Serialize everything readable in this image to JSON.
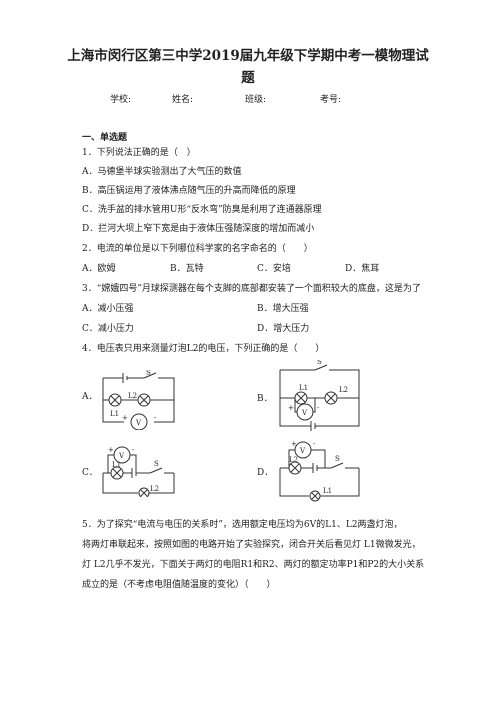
{
  "header": {
    "title_line1": "上海市闵行区第三中学2019届九年级下学期中考一模物理试",
    "title_line2": "题",
    "school": "学校:",
    "name": "姓名:",
    "class": "班级:",
    "exam_no": "考号:"
  },
  "section": {
    "title": "一、单选题"
  },
  "q1": {
    "stem": "1．下列说法正确的是（　）",
    "a": "A．马德堡半球实验测出了大气压的数值",
    "b": "B．高压锅运用了液体沸点随气压的升高而降低的原理",
    "c": "C．洗手盆的排水管用U形“反水弯”防臭是利用了连通器原理",
    "d": "D．拦河大坝上窄下宽是由于液体压强随深度的增加而减小"
  },
  "q2": {
    "stem": "2．电流的单位是以下列哪位科学家的名字命名的（　　）",
    "a": "A．欧姆",
    "b": "B．瓦特",
    "c": "C．安培",
    "d": "D．焦耳"
  },
  "q3": {
    "stem": "3．“嫦娥四号”月球探测器在每个支脚的底部都安装了一个面积较大的底盘，这是为了",
    "a": "A．减小压强",
    "b": "B．增大压强",
    "c": "C．减小压力",
    "d": "D．增大压力"
  },
  "q4": {
    "stem": "4．电压表只用来测量灯泡L2的电压，下列正确的是（　　）",
    "a": "A．",
    "b": "B．",
    "c": "C．",
    "d": "D．"
  },
  "circuit_labels": {
    "switch": "S",
    "lamp1": "L1",
    "lamp2": "L2",
    "voltmeter": "V",
    "plus": "+",
    "minus": "-"
  },
  "q5": {
    "line1": "5．为了探究“电流与电压的关系时”，选用额定电压均为6V的L1、L2两盏灯泡，",
    "line2": "将两灯串联起来，按照如图的电路开始了实验探究，闭合开关后看见灯 L1微微发光，",
    "line3": "灯 L2几乎不发光，下面关于两灯的电阻R1和R2、两灯的额定功率P1和P2的大小关系",
    "line4": "成立的是（不考虑电阻值随温度的变化）（　　）"
  }
}
